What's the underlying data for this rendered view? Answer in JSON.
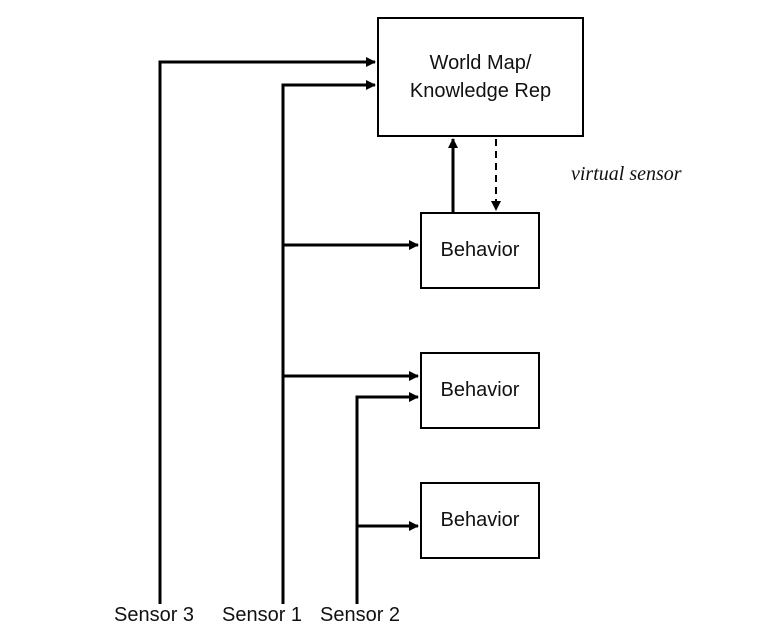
{
  "world_box": {
    "line1": "World Map/",
    "line2": "Knowledge Rep"
  },
  "behaviors": [
    {
      "label": "Behavior"
    },
    {
      "label": "Behavior"
    },
    {
      "label": "Behavior"
    }
  ],
  "sensors": [
    {
      "label": "Sensor 3"
    },
    {
      "label": "Sensor 1"
    },
    {
      "label": "Sensor 2"
    }
  ],
  "virtual_sensor_label": "virtual sensor"
}
